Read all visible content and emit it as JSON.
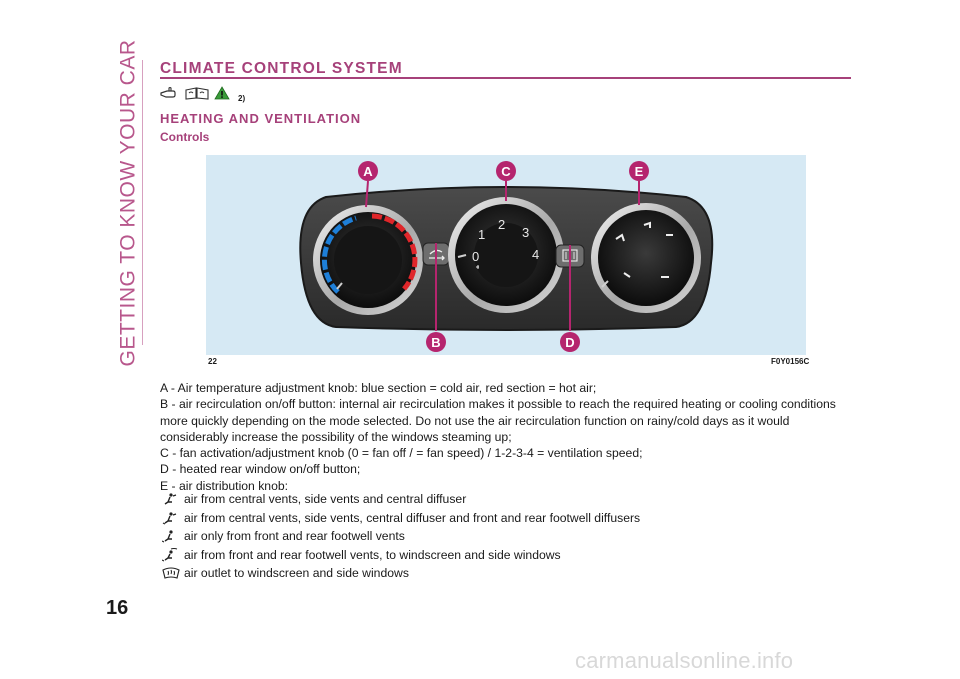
{
  "sidebar": {
    "chapter_title": "GETTING TO KNOW YOUR CAR"
  },
  "page": {
    "number": "16"
  },
  "section": {
    "title": "CLIMATE CONTROL SYSTEM",
    "ref_mark": "2)",
    "icons": [
      "hand-pointer-icon",
      "book-manual-icon",
      "warning-triangle-icon"
    ]
  },
  "subsection": {
    "title": "HEATING AND VENTILATION",
    "heading": "Controls"
  },
  "figure": {
    "number": "22",
    "code": "F0Y0156C",
    "callouts": {
      "a": "A",
      "b": "B",
      "c": "C",
      "d": "D",
      "e": "E"
    },
    "fan_labels": {
      "s0": "0",
      "s1": "1",
      "s2": "2",
      "s3": "3",
      "s4": "4"
    },
    "colors": {
      "background": "#d6e9f4",
      "panel": "#3b3b3b",
      "callout": "#b5256e",
      "cold": "#1e7fd8",
      "hot": "#e0262a"
    }
  },
  "descriptions": {
    "a": "A - Air temperature adjustment knob: blue section = cold air, red section = hot air;",
    "b1": "B - air recirculation on/off button: internal air recirculation makes it possible to reach the required heating or cooling conditions",
    "b2": "more quickly depending on the mode selected. Do not use the air recirculation function on rainy/cold days as it would",
    "b3": "considerably increase the possibility of the windows steaming up;",
    "c": "C - fan activation/adjustment knob (0 = fan off / = fan speed) / 1-2-3-4 = ventilation speed;",
    "d": "D - heated rear window on/off button;",
    "e": "E - air distribution knob:"
  },
  "distribution": [
    {
      "icon": "central-vents-icon",
      "text": "air from central vents, side vents and central diffuser"
    },
    {
      "icon": "central-and-footwell-icon",
      "text": "air from central vents, side vents, central diffuser and front and rear footwell diffusers"
    },
    {
      "icon": "footwell-icon",
      "text": "air only from front and rear footwell vents"
    },
    {
      "icon": "footwell-and-windscreen-icon",
      "text": "air from front and rear footwell vents, to windscreen and side windows"
    },
    {
      "icon": "windscreen-defrost-icon",
      "text": "air outlet to windscreen and side windows"
    }
  ],
  "watermark": {
    "text": "carmanualsonline.info"
  }
}
